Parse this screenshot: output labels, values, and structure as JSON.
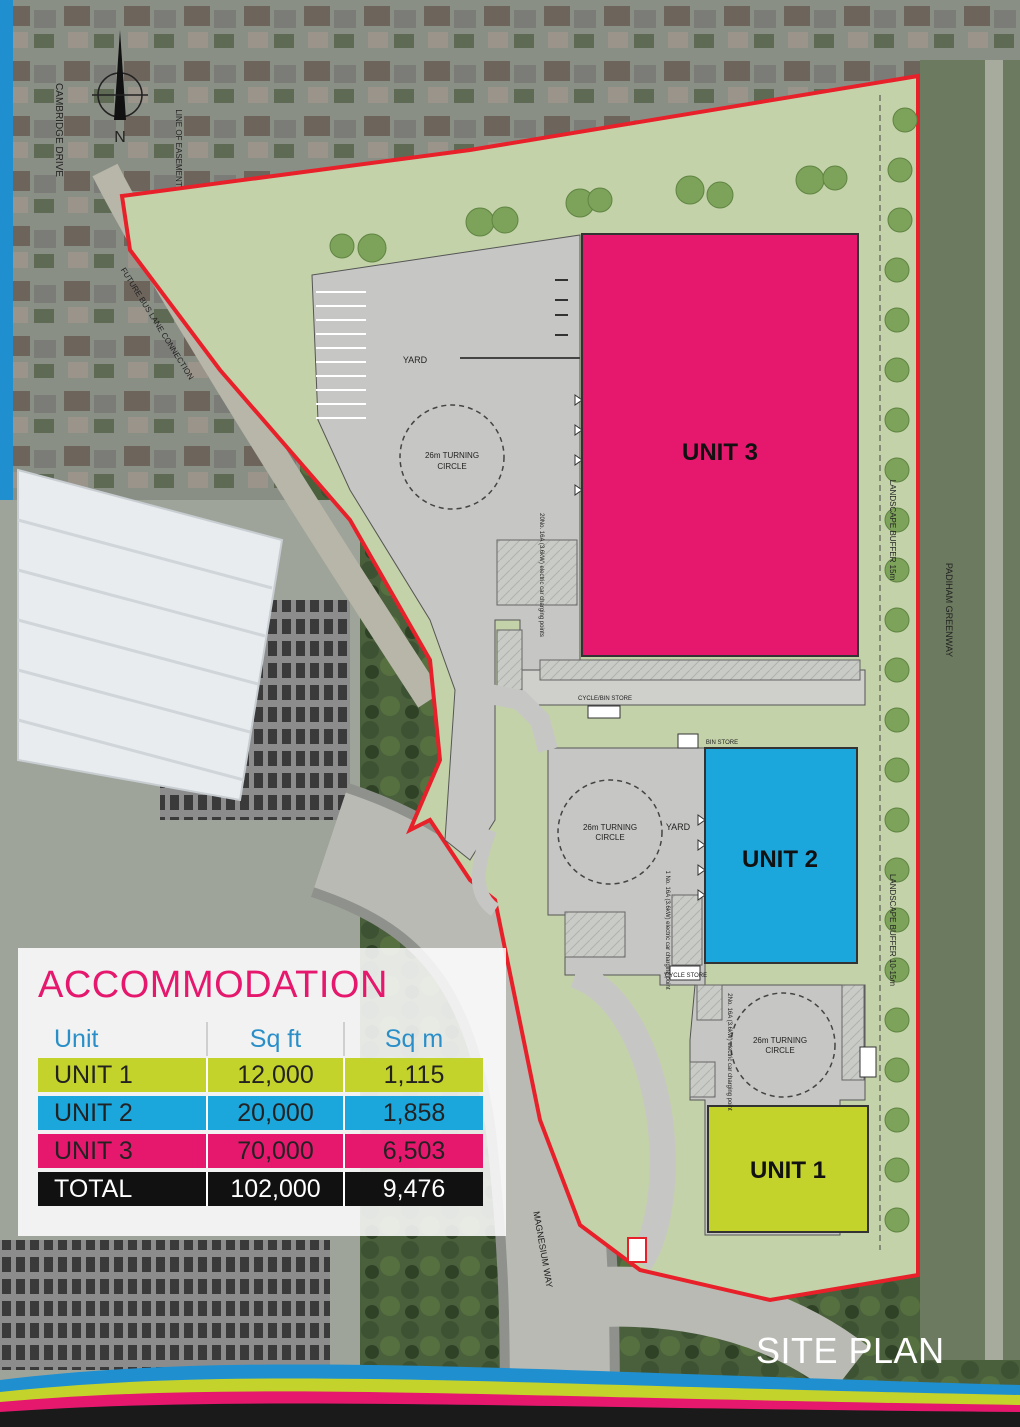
{
  "title": "SITE PLAN",
  "map_labels": {
    "cambridge_drive": "CAMBRIDGE DRIVE",
    "line_of_easement": "LINE OF EASEMENT",
    "future_bus_lane": "FUTURE BUS LANE CONNECTION",
    "yard_top": "YARD",
    "turning_circle_a_1": "26m TURNING",
    "turning_circle_a_2": "CIRCLE",
    "turning_circle_b_1": "26m TURNING",
    "turning_circle_b_2": "CIRCLE",
    "yard_mid": "YARD",
    "turning_circle_c_1": "26m TURNING",
    "turning_circle_c_2": "CIRCLE",
    "landscape_buffer_top": "LANDSCAPE BUFFER 15m",
    "landscape_buffer_bottom": "LANDSCAPE BUFFER 10-15m",
    "padiham_greenway": "PADIHAM GREENWAY",
    "magnesium_way": "MAGNESIUM WAY",
    "cycle_store_1": "CYCLE/BIN STORE",
    "bin_store": "BIN STORE",
    "cycle_store_2": "CYCLE STORE",
    "north": "N",
    "ev_note_1": "20No. 16A (3.6kW) electric car charging points",
    "ev_note_2": "1 No. 16A (3.6kW) electric car charging point",
    "ev_note_3": "2No. 16A (3.6kW) electric car charging point"
  },
  "units": {
    "unit3": "UNIT 3",
    "unit2": "UNIT 2",
    "unit1": "UNIT 1"
  },
  "colors": {
    "unit1": "#c4d32b",
    "unit2": "#1ba6dc",
    "unit3": "#e5186e",
    "boundary": "#e8202a"
  },
  "accommodation": {
    "heading": "ACCOMMODATION",
    "columns": [
      "Unit",
      "Sq ft",
      "Sq m"
    ],
    "rows": [
      {
        "unit": "UNIT 1",
        "sqft": "12,000",
        "sqm": "1,115"
      },
      {
        "unit": "UNIT 2",
        "sqft": "20,000",
        "sqm": "1,858"
      },
      {
        "unit": "UNIT 3",
        "sqft": "70,000",
        "sqm": "6,503"
      },
      {
        "unit": "TOTAL",
        "sqft": "102,000",
        "sqm": "9,476"
      }
    ]
  }
}
